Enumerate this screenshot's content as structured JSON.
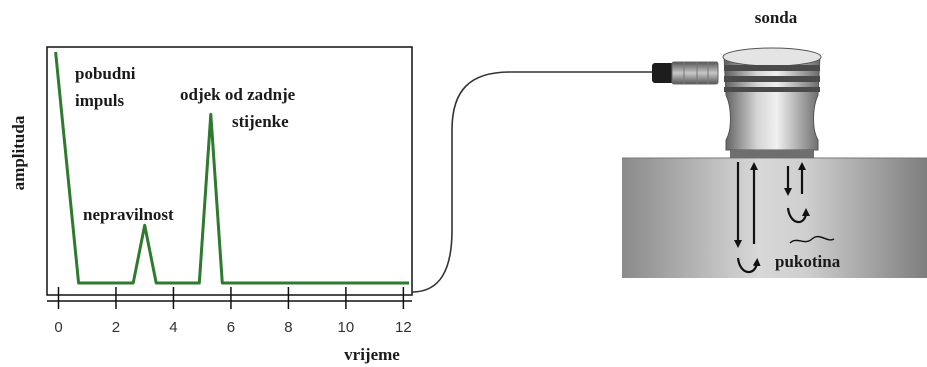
{
  "chart_data": {
    "type": "line",
    "ylabel": "amplituda",
    "xlabel": "vrijeme",
    "xticks": [
      0,
      2,
      4,
      6,
      8,
      10,
      12
    ],
    "xlim": [
      -0.4,
      12.3
    ],
    "ylim": [
      0,
      1
    ],
    "series": [
      {
        "x": [
          -0.1,
          0.7,
          2.6,
          3.0,
          3.4,
          4.9,
          5.3,
          5.7,
          12.2
        ],
        "y": [
          1.0,
          0.0,
          0.0,
          0.25,
          0.0,
          0.0,
          0.73,
          0.0,
          0.0
        ]
      }
    ],
    "annotations": [
      {
        "text": "pobudni",
        "x": -0.1,
        "y": 1.0
      },
      {
        "text": "impuls",
        "x": -0.1,
        "y": 1.0
      },
      {
        "text": "nepravilnost",
        "x": 3.0,
        "y": 0.25
      },
      {
        "text": "odjek od zadnje",
        "x": 5.3,
        "y": 0.73
      },
      {
        "text": "stijenke",
        "x": 5.3,
        "y": 0.73
      }
    ]
  },
  "colors": {
    "signal": "#2e7a2e",
    "frame": "#111111",
    "block_dark": "#8a8a8a",
    "block_light": "#d4d4d4",
    "probe": "#9a9a9a"
  },
  "labels": {
    "probe": "sonda",
    "crack": "pukotina"
  }
}
